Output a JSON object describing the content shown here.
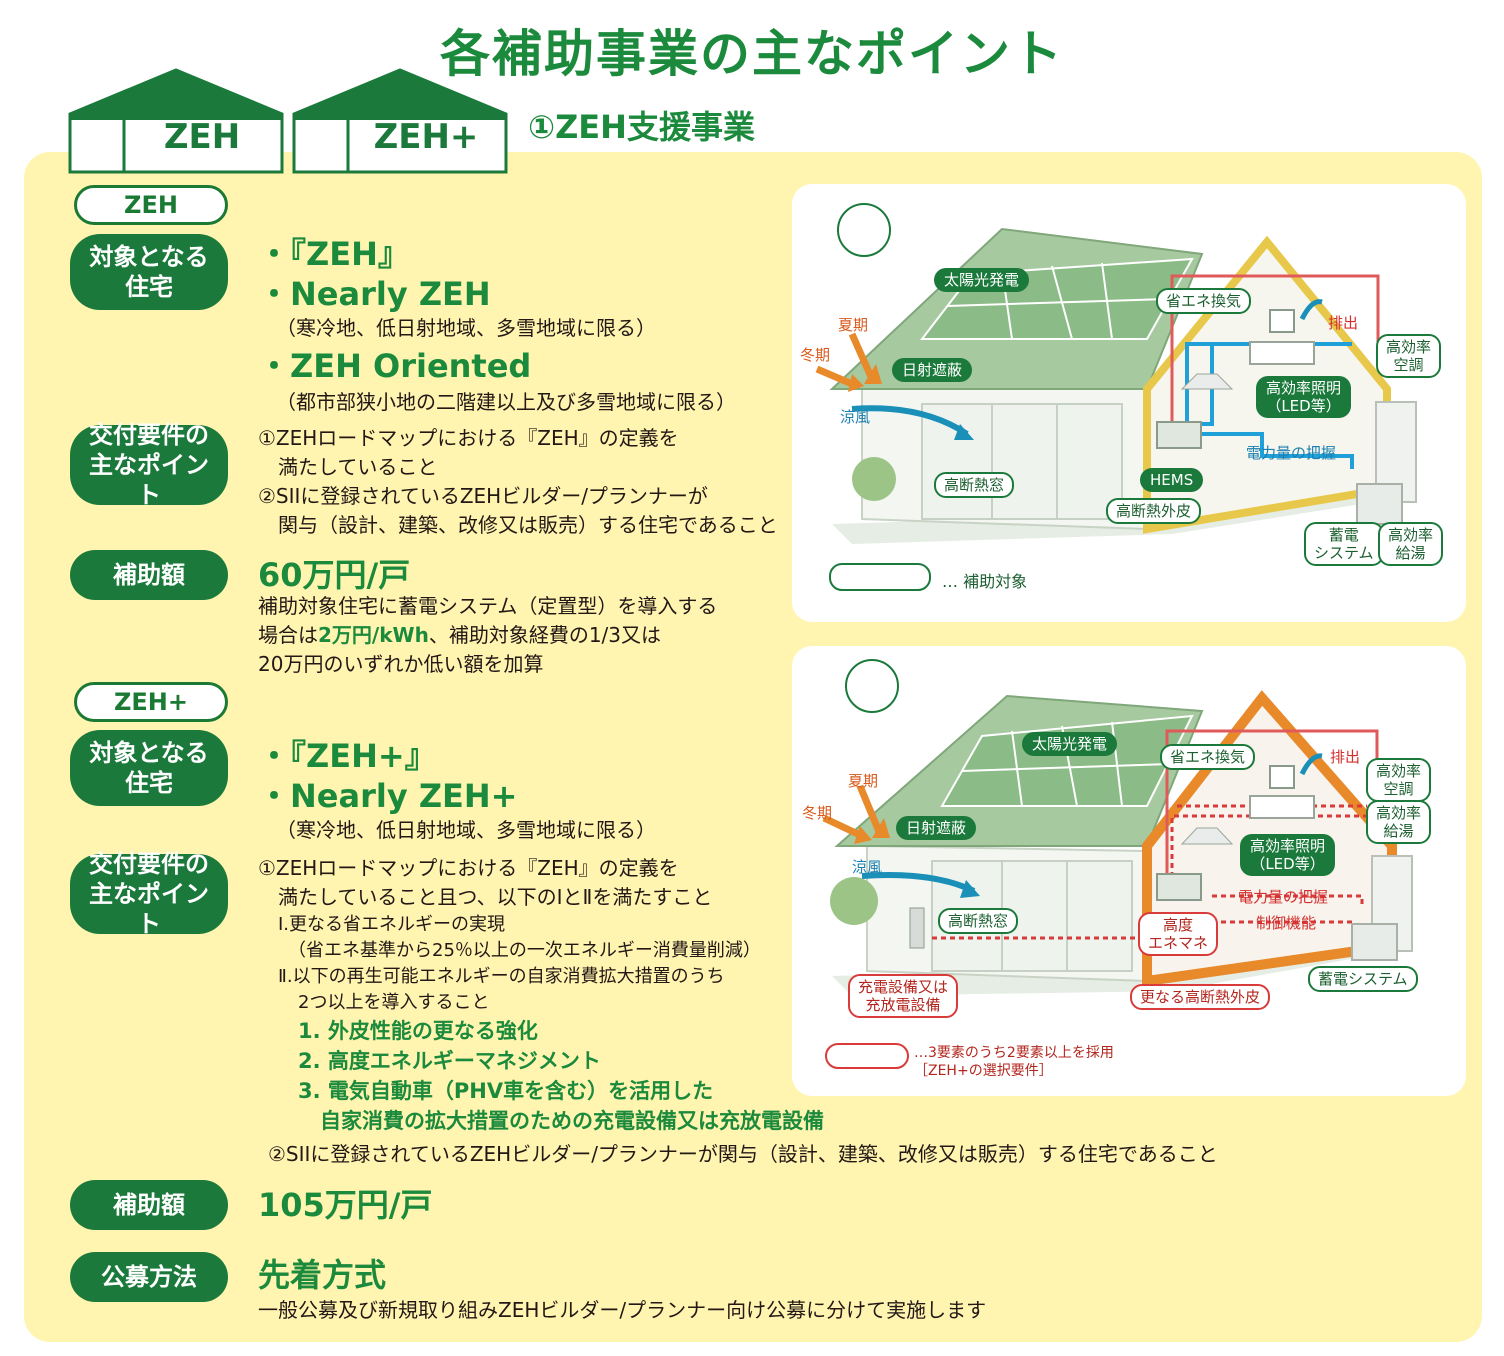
{
  "title": "各補助事業の主なポイント",
  "subtitle": "①ZEH支援事業",
  "house_tabs": [
    "ZEH",
    "ZEH+"
  ],
  "zeh": {
    "badge": "ZEH",
    "target_label": "対象となる住宅",
    "targets": [
      {
        "name": "・『ZEH』",
        "note": ""
      },
      {
        "name": "・Nearly ZEH",
        "note": "（寒冷地、低日射地域、多雪地域に限る）"
      },
      {
        "name": "・ZEH Oriented",
        "note": "（都市部狭小地の二階建以上及び多雪地域に限る）"
      }
    ],
    "req_label": "交付要件の主なポイント",
    "requirements": [
      "①ZEHロードマップにおける『ZEH』の定義を",
      "　満たしていること",
      "②SIIに登録されているZEHビルダー/プランナーが",
      "　関与（設計、建築、改修又は販売）する住宅であること"
    ],
    "amount_label": "補助額",
    "amount": "60万円/戸",
    "amount_notes": [
      "補助対象住宅に蓄電システム（定置型）を導入する",
      "20万円のいずれか低い額を加算"
    ],
    "amount_note_mid_a": "場合は",
    "amount_note_mid_b": "2万円/kWh",
    "amount_note_mid_c": "、補助対象経費の1/3又は"
  },
  "zehplus": {
    "badge": "ZEH+",
    "target_label": "対象となる住宅",
    "targets": [
      {
        "name": "・『ZEH+』",
        "note": ""
      },
      {
        "name": "・Nearly ZEH+",
        "note": "（寒冷地、低日射地域、多雪地域に限る）"
      }
    ],
    "req_label": "交付要件の主なポイント",
    "requirements": [
      "①ZEHロードマップにおける『ZEH』の定義を",
      "　満たしていること且つ、以下のⅠとⅡを満たすこと",
      "Ⅰ.更なる省エネルギーの実現",
      "（省エネ基準から25％以上の一次エネルギー消費量削減）",
      "Ⅱ.以下の再生可能エネルギーの自家消費拡大措置のうち",
      "2つ以上を導入すること"
    ],
    "measures": [
      "1. 外皮性能の更なる強化",
      "2. 高度エネルギーマネジメント",
      "3. 電気自動車（PHV車を含む）を活用した",
      "自家消費の拡大措置のための充電設備又は充放電設備"
    ],
    "req_last": "②SIIに登録されているZEHビルダー/プランナーが関与（設計、建築、改修又は販売）する住宅であること",
    "amount_label": "補助額",
    "amount": "105万円/戸"
  },
  "method": {
    "label": "公募方法",
    "value": "先着方式",
    "note": "一般公募及び新規取り組みZEHビルダー/プランナー向け公募に分けて実施します"
  },
  "diagram1": {
    "solar": "太陽光発電",
    "ventilation": "省エネ換気",
    "exhaust": "排出",
    "aircon": [
      "高効率",
      "空調"
    ],
    "summer": "夏期",
    "winter": "冬期",
    "shading": "日射遮蔽",
    "lighting": [
      "高効率照明",
      "（LED等）"
    ],
    "breeze": "涼風",
    "power": "電力量の把握",
    "window": "高断熱窓",
    "hems": "HEMS",
    "envelope": "高断熱外皮",
    "storage": [
      "蓄電",
      "システム"
    ],
    "water": [
      "高効率",
      "給湯"
    ],
    "legend": "… 補助対象"
  },
  "diagram2": {
    "solar": "太陽光発電",
    "ventilation": "省エネ換気",
    "exhaust": "排出",
    "aircon": [
      "高効率",
      "空調"
    ],
    "water": [
      "高効率",
      "給湯"
    ],
    "summer": "夏期",
    "winter": "冬期",
    "shading": "日射遮蔽",
    "lighting": [
      "高効率照明",
      "（LED等）"
    ],
    "breeze": "涼風",
    "power": "電力量の把握",
    "control": "制御機能",
    "window": "高断熱窓",
    "mgmt": [
      "高度",
      "エネマネ"
    ],
    "storage": "蓄電システム",
    "charger": [
      "充電設備又は",
      "充放電設備"
    ],
    "envelope": "更なる高断熱外皮",
    "legend": [
      "…3要素のうち2要素以上を採用",
      "［ZEH+の選択要件］"
    ]
  },
  "colors": {
    "green": "#1b8a3c",
    "dark_green": "#1b7a3b",
    "panel": "#fff5b0",
    "red": "#d93a3a",
    "orange": "#e8892a",
    "blue": "#1fa0d8"
  }
}
